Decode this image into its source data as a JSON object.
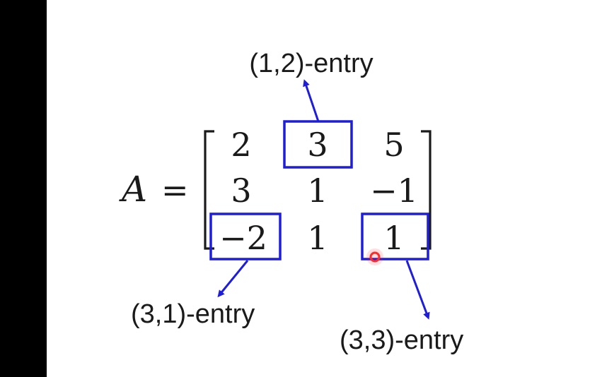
{
  "equation": {
    "lhs": "A",
    "equals": "="
  },
  "matrix": {
    "rows": [
      [
        "2",
        "3",
        "5"
      ],
      [
        "3",
        "1",
        "−1"
      ],
      [
        "−2",
        "1",
        "1"
      ]
    ]
  },
  "annotations": [
    {
      "label": "(1,2)-entry",
      "row": 1,
      "col": 2
    },
    {
      "label": "(3,1)-entry",
      "row": 3,
      "col": 1
    },
    {
      "label": "(3,3)-entry",
      "row": 3,
      "col": 3
    }
  ],
  "colors": {
    "highlight": "#1d1ddb",
    "cursor": "#ff2a2a",
    "text": "#1a1a1a",
    "sidebar": "#000000"
  }
}
